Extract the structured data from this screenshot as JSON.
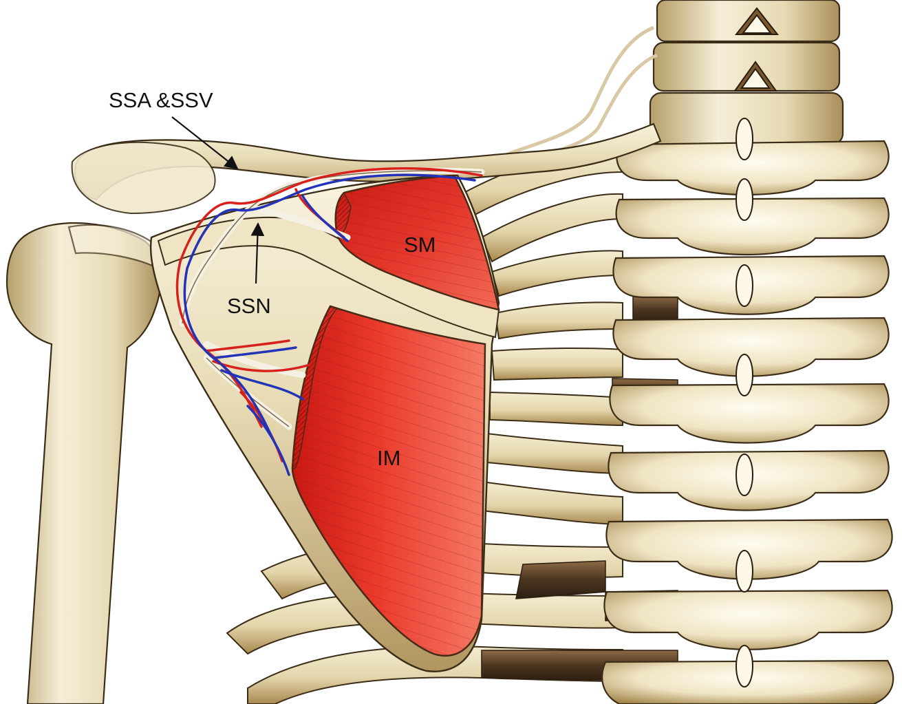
{
  "labels": {
    "ssa_ssv": "SSA &SSV",
    "ssn": "SSN",
    "sm": "SM",
    "im": "IM"
  },
  "colors": {
    "bone_fill": "#e9dfbf",
    "bone_highlight": "#fbf7ea",
    "bone_shadow": "#b39a62",
    "bone_dark": "#6e5226",
    "muscle_red": "#e02a1f",
    "muscle_light": "#f06a58",
    "muscle_dark": "#9c0e0c",
    "artery": "#d8201c",
    "vein": "#2233b8",
    "nerve": "#f1ede2",
    "cartilage_dark": "#5a4128",
    "outline": "#2a2418"
  }
}
